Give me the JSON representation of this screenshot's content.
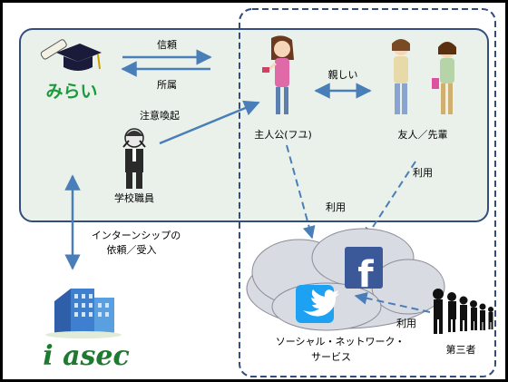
{
  "logos": {
    "mirai": "みらい",
    "iasec": "i asec"
  },
  "labels": {
    "trust": "信頼",
    "belong": "所属",
    "friendly": "親しい",
    "caution": "注意喚起",
    "protagonist": "主人公(フユ)",
    "friends": "友人／先輩",
    "staff": "学校職員",
    "use_left": "利用",
    "use_right": "利用",
    "use_third": "利用",
    "intern_line1": "インターンシップの",
    "intern_line2": "依頼／受入",
    "sns_line1": "ソーシャル・ネットワーク・",
    "sns_line2": "サービス",
    "third_party": "第三者"
  },
  "colors": {
    "arrow": "#4a7eb8",
    "group_fill": "#eaf1ea",
    "border": "#334e7e",
    "mirai_green": "#1a9a3a",
    "iasec_green": "#1f7a2f",
    "facebook": "#3b5998",
    "twitter": "#1da1f2"
  },
  "icons": [
    "graduation-cap-icon",
    "person-icon",
    "building-icon",
    "cloud-icon",
    "facebook-icon",
    "twitter-icon",
    "crowd-icon"
  ]
}
